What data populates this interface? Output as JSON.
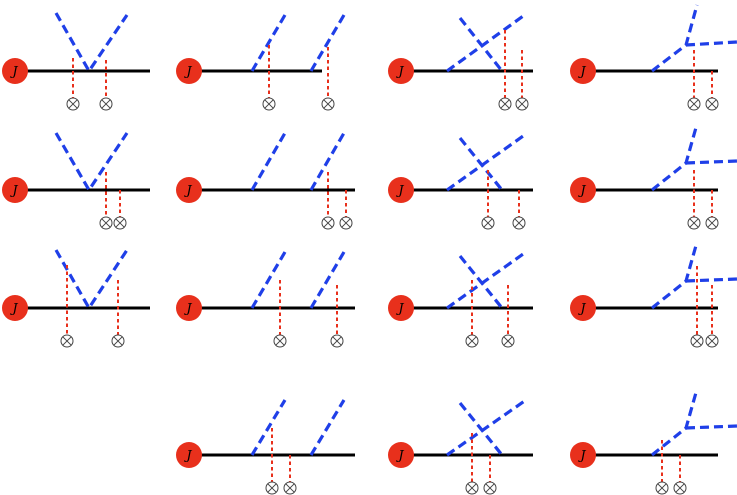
{
  "source_label": "J",
  "colors": {
    "jet_line": "#000000",
    "source_fill": "#e8301c",
    "gluon_dashed": "#1f3fe8",
    "coulomb_dashed": "#e8301c",
    "insertion_marker": "#444444"
  },
  "legend_glyph": "⊗",
  "grid": {
    "rows": 4,
    "columns": 4,
    "diagram_count": 15
  },
  "diagrams": [
    {
      "row": 1,
      "column": 1,
      "topology": "two emissions from same vertex, V shape",
      "insertions": 2
    },
    {
      "row": 1,
      "column": 2,
      "topology": "two separate parallel emissions",
      "insertions": 2
    },
    {
      "row": 1,
      "column": 3,
      "topology": "two crossing emissions",
      "insertions": 2
    },
    {
      "row": 1,
      "column": 4,
      "topology": "emission splitting into two",
      "insertions": 2
    },
    {
      "row": 2,
      "column": 1,
      "topology": "two emissions from same vertex, V shape",
      "insertions": 2
    },
    {
      "row": 2,
      "column": 2,
      "topology": "two separate parallel emissions",
      "insertions": 2
    },
    {
      "row": 2,
      "column": 3,
      "topology": "two crossing emissions",
      "insertions": 2
    },
    {
      "row": 2,
      "column": 4,
      "topology": "emission splitting into two",
      "insertions": 2
    },
    {
      "row": 3,
      "column": 1,
      "topology": "two emissions from same vertex, V shape",
      "insertions": 2
    },
    {
      "row": 3,
      "column": 2,
      "topology": "two separate parallel emissions",
      "insertions": 2
    },
    {
      "row": 3,
      "column": 3,
      "topology": "two crossing emissions",
      "insertions": 2
    },
    {
      "row": 3,
      "column": 4,
      "topology": "emission splitting into two",
      "insertions": 2
    },
    {
      "row": 4,
      "column": 2,
      "topology": "two separate parallel emissions",
      "insertions": 2
    },
    {
      "row": 4,
      "column": 3,
      "topology": "two crossing emissions",
      "insertions": 2
    },
    {
      "row": 4,
      "column": 4,
      "topology": "emission splitting into two",
      "insertions": 2
    }
  ]
}
